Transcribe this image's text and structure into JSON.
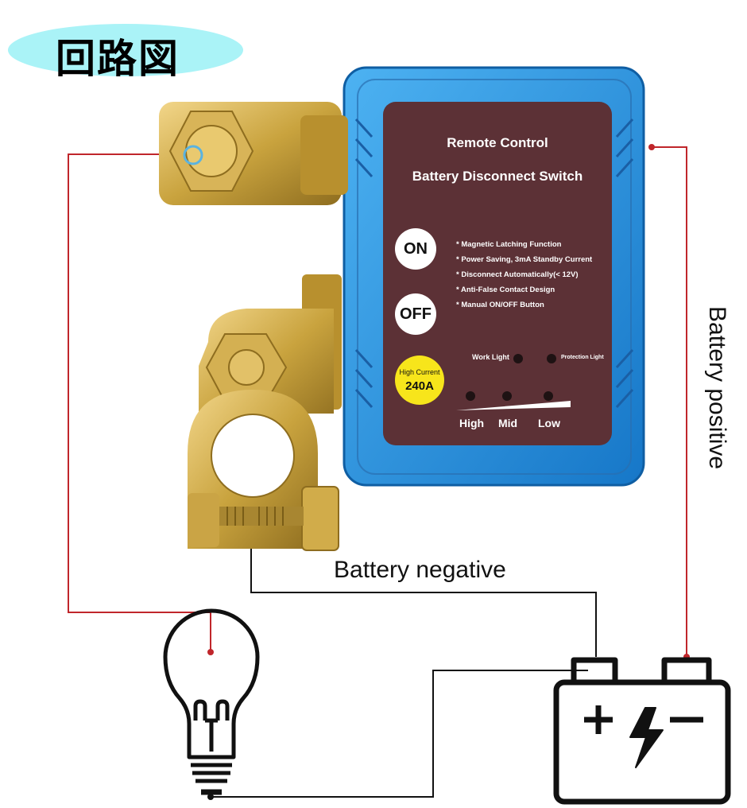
{
  "title": "回路図",
  "switch_panel": {
    "line1": "Remote Control",
    "line2": "Battery Disconnect Switch",
    "on_button": "ON",
    "off_button": "OFF",
    "features": [
      "* Magnetic Latching Function",
      "* Power Saving, 3mA Standby Current",
      "* Disconnect Automatically(< 12V)",
      "* Anti-False Contact Design",
      "* Manual ON/OFF Button"
    ],
    "work_light": "Work Light",
    "protection_light": "Protection Light",
    "current_badge_top": "High Current",
    "current_badge_value": "240A",
    "levels": [
      "High",
      "Mid",
      "Low"
    ]
  },
  "labels": {
    "battery_negative": "Battery negative",
    "battery_positive": "Battery positive"
  },
  "colors": {
    "enclosure_blue": "#1e8ee0",
    "faceplate": "#5c3136",
    "brass": "#c9a33e",
    "positive_wire": "#c0262b",
    "negative_wire": "#111111",
    "title_bubble": "#aaf3f7",
    "badge_yellow": "#f7e51b"
  }
}
